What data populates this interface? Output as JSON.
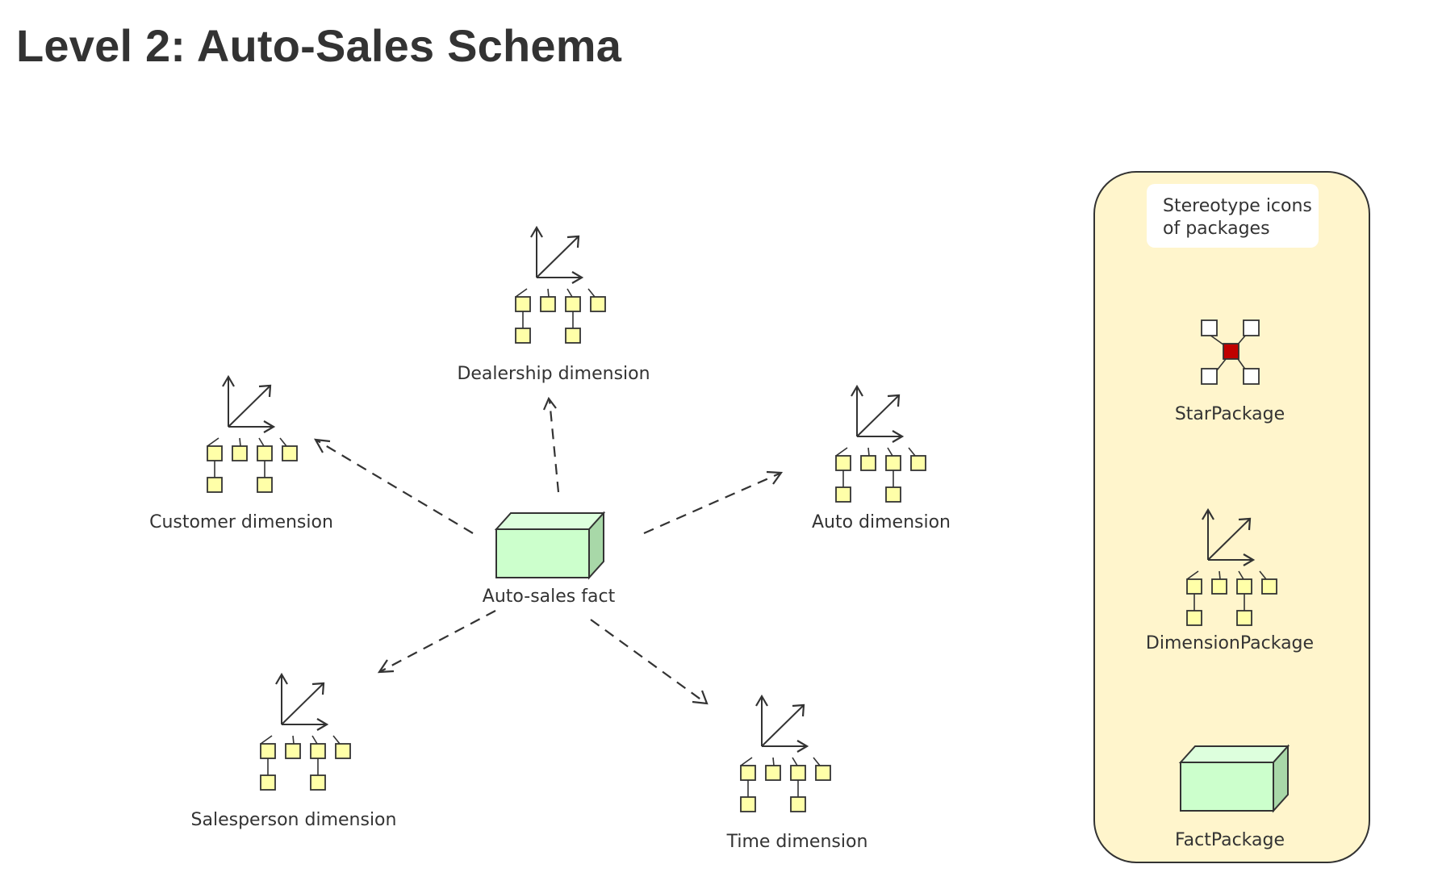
{
  "title": "Level 2: Auto-Sales Schema",
  "colors": {
    "dimension_box": "#FFFFA8",
    "fact_front": "#CCFFCC",
    "fact_top": "#DDFFDD",
    "fact_side": "#A8D8A8",
    "star_center": "#C00000",
    "legend_bg": "#FFF5CC",
    "stroke": "#333333"
  },
  "nodes": {
    "dealership": {
      "label": "Dealership dimension",
      "icon": "dimension-package-icon"
    },
    "customer": {
      "label": "Customer dimension",
      "icon": "dimension-package-icon"
    },
    "auto": {
      "label": "Auto dimension",
      "icon": "dimension-package-icon"
    },
    "fact": {
      "label": "Auto-sales fact",
      "icon": "fact-package-icon"
    },
    "salesperson": {
      "label": "Salesperson dimension",
      "icon": "dimension-package-icon"
    },
    "time": {
      "label": "Time dimension",
      "icon": "dimension-package-icon"
    }
  },
  "edges": [
    {
      "from": "fact",
      "to": "dealership",
      "style": "dashed"
    },
    {
      "from": "fact",
      "to": "customer",
      "style": "dashed"
    },
    {
      "from": "fact",
      "to": "auto",
      "style": "dashed"
    },
    {
      "from": "fact",
      "to": "salesperson",
      "style": "dashed"
    },
    {
      "from": "fact",
      "to": "time",
      "style": "dashed"
    }
  ],
  "legend": {
    "note_line1": "Stereotype icons",
    "note_line2": "of packages",
    "items": [
      {
        "label": "StarPackage",
        "icon": "star-package-icon"
      },
      {
        "label": "DimensionPackage",
        "icon": "dimension-package-icon"
      },
      {
        "label": "FactPackage",
        "icon": "fact-package-icon"
      }
    ]
  }
}
